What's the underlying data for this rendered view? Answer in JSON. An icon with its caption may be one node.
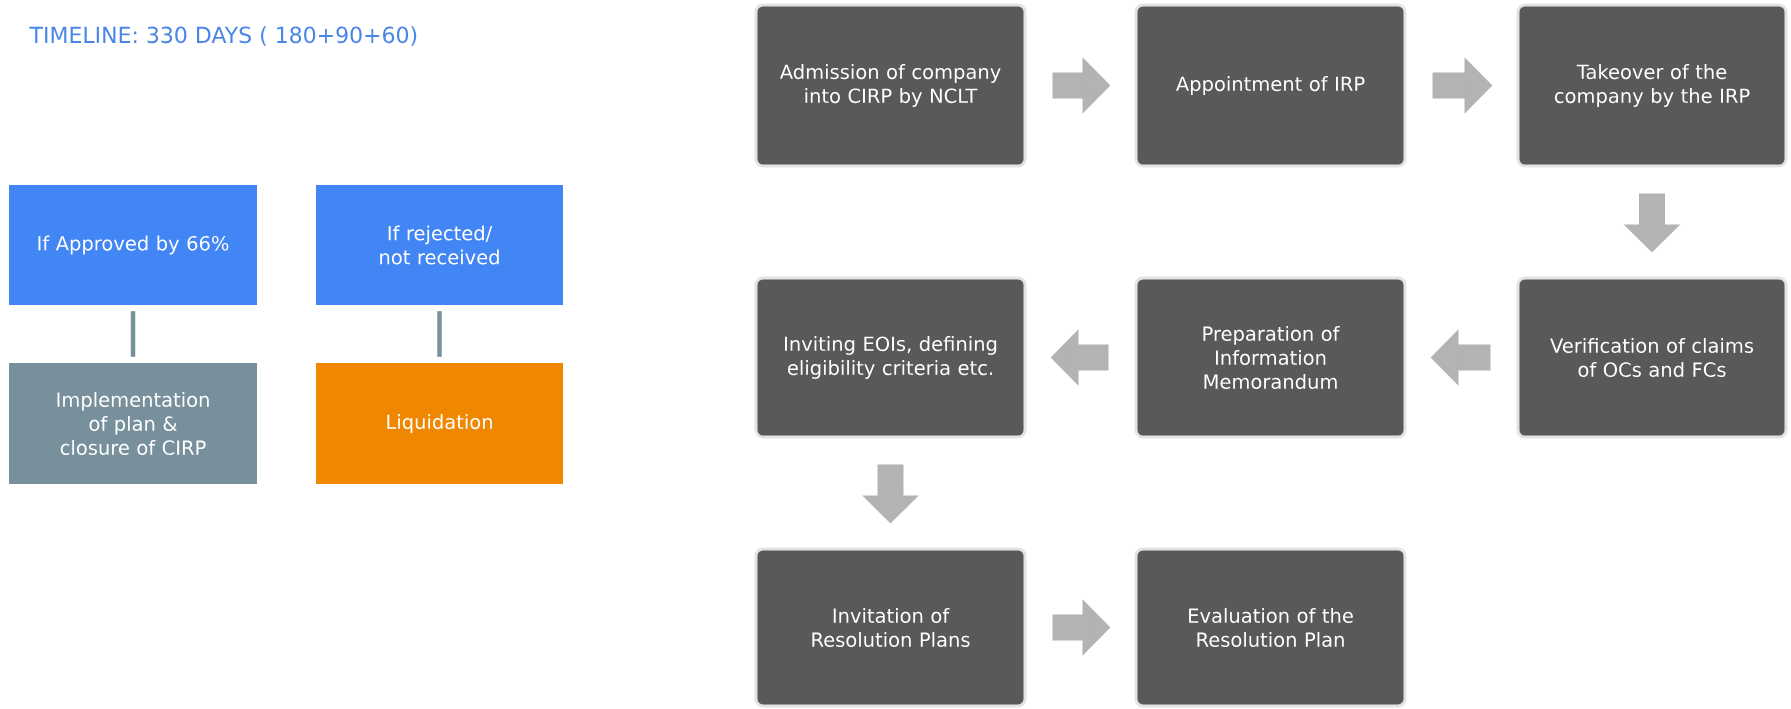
{
  "diagram": {
    "title": "TIMELINE: 330 DAYS ( 180+90+60)",
    "nodes": [
      {
        "text": [
          "Admission of company into CIRP by NCLT"
        ]
      },
      {
        "text": [
          "Appointment of IRP"
        ]
      },
      {
        "text": [
          "Takeover of the company by the IRP"
        ]
      },
      {
        "text": [
          "Verification of claims of OCs and FCs"
        ]
      },
      {
        "text": [
          "Preparation of Information Memorandum"
        ]
      },
      {
        "text": [
          "Inviting EOIs, defining eligibility criteria etc."
        ]
      },
      {
        "text": [
          "Invitation of Resolution Plans"
        ]
      },
      {
        "text": [
          "Evaluation of the Resolution Plan"
        ]
      },
      {
        "text": [
          "If Approved by 66%"
        ]
      },
      {
        "text": [
          "If rejected/ not received"
        ]
      },
      {
        "text": [
          "Implementation of plan & closure of CIRP"
        ]
      },
      {
        "text": [
          "Liquidation"
        ]
      }
    ],
    "edges": [
      {
        "from": 0,
        "to": 1,
        "arrow": "to"
      },
      {
        "from": 1,
        "to": 2,
        "arrow": "to"
      },
      {
        "from": 2,
        "to": 3,
        "arrow": "to"
      },
      {
        "from": 3,
        "to": 4,
        "arrow": "to"
      },
      {
        "from": 4,
        "to": 5,
        "arrow": "to"
      },
      {
        "from": 5,
        "to": 6,
        "arrow": "to"
      },
      {
        "from": 6,
        "to": 7,
        "arrow": "to"
      },
      {
        "from": 8,
        "to": 10,
        "arrow": "none"
      },
      {
        "from": 9,
        "to": 11,
        "arrow": "none"
      }
    ]
  }
}
